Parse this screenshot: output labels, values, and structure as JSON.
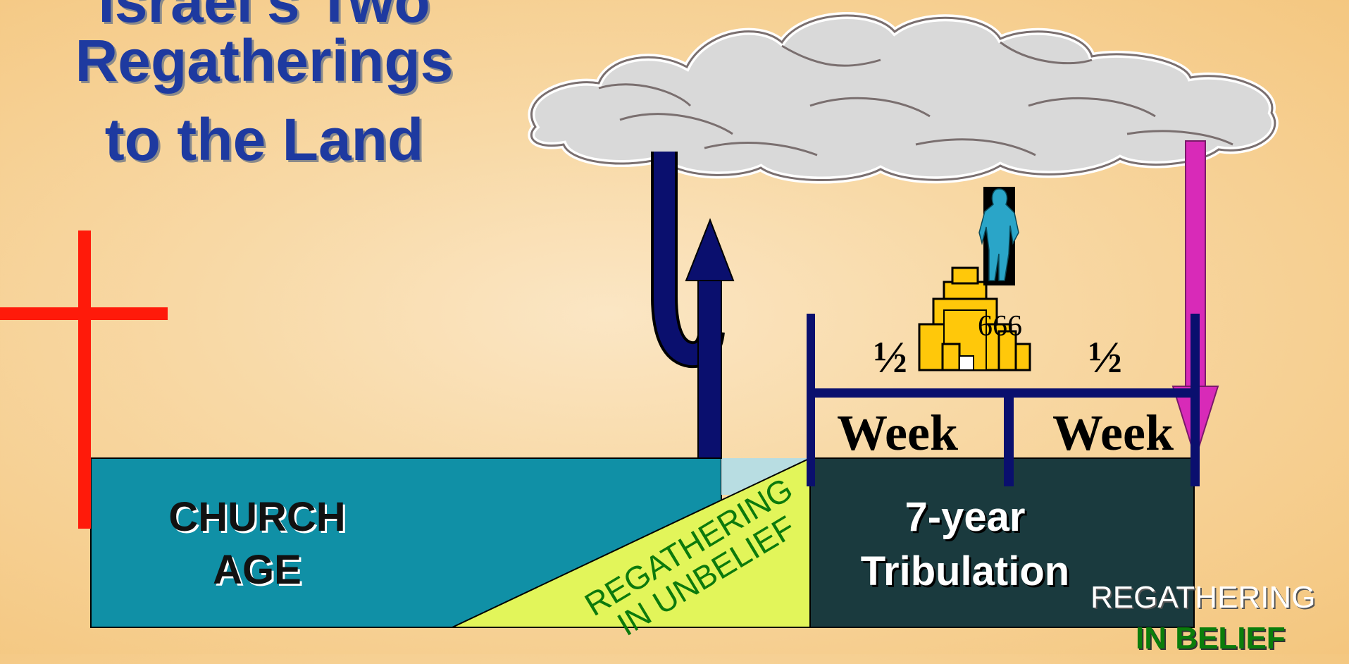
{
  "title": {
    "line1": "Israel's Two",
    "line2": "Regatherings",
    "line3": "to the Land"
  },
  "labels": {
    "church_age": [
      "CHURCH",
      "AGE"
    ],
    "regathering_unbelief": [
      "REGATHERING",
      "IN UNBELIEF"
    ],
    "tribulation": [
      "7-year",
      "Tribulation"
    ],
    "half_left": "½",
    "half_right": "½",
    "week_left": "Week",
    "week_right": "Week",
    "temple_mark": "666",
    "regathering_belief": [
      "REGATHERING",
      "IN BELIEF"
    ]
  },
  "colors": {
    "title": "#1e3aa0",
    "church_box": "#1090a6",
    "light_box": "#b8dde2",
    "unbelief_wedge": "#e2f55a",
    "tribulation_box": "#1a3a3e",
    "navy": "#0a0f6e",
    "cross": "#ff1a0a",
    "magenta_arrow": "#d82ab8",
    "temple": "#ffc80a",
    "figure": "#2aa5c8",
    "unbelief_text": "#0c7a0c",
    "belief_text": "#0b7d0b"
  },
  "icons": [
    "cloud-icon",
    "cross-icon",
    "rapture-arrow-icon",
    "second-coming-arrow-icon",
    "temple-icon",
    "antichrist-figure-icon"
  ]
}
